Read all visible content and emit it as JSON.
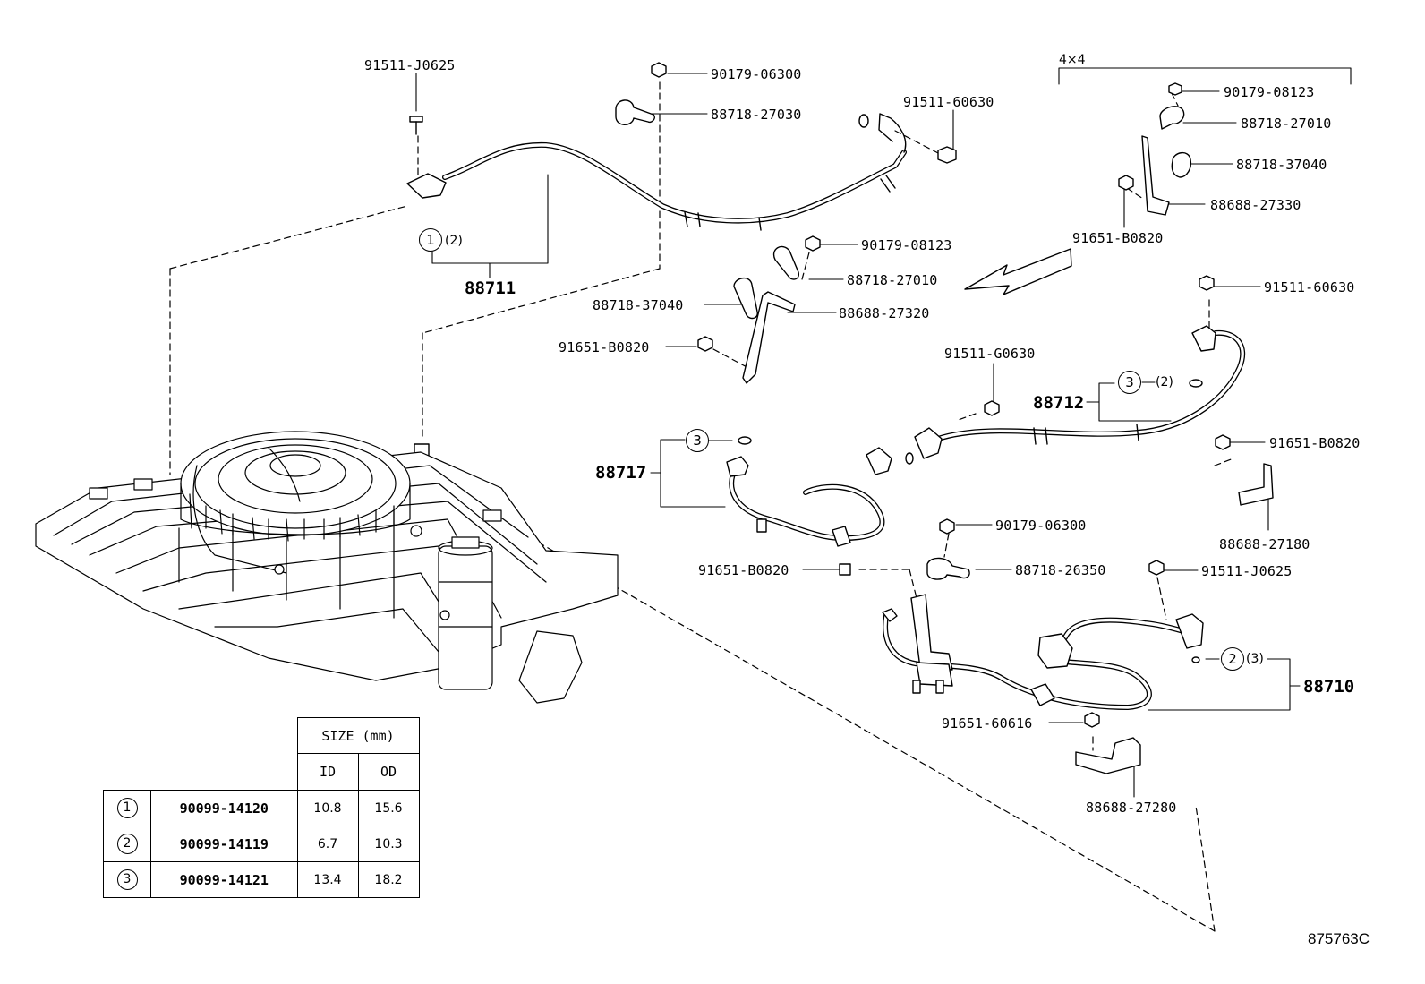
{
  "group_labels": {
    "g88711": "88711",
    "g88712": "88712",
    "g88717": "88717",
    "g88710": "88710"
  },
  "part_labels": {
    "p_91511_J0625_a": "91511-J0625",
    "p_90179_06300_a": "90179-06300",
    "p_88718_27030": "88718-27030",
    "p_91511_60630_a": "91511-60630",
    "p_90179_08123_a": "90179-08123",
    "p_88718_27010_a": "88718-27010",
    "p_88718_37040_a": "88718-37040",
    "p_88688_27330": "88688-27330",
    "p_91651_B0820_a": "91651-B0820",
    "p_90179_08123_b": "90179-08123",
    "p_88718_27010_b": "88718-27010",
    "p_88718_37040_b": "88718-37040",
    "p_88688_27320": "88688-27320",
    "p_91651_B0820_b": "91651-B0820",
    "p_91511_60630_b": "91511-60630",
    "p_91511_G0630": "91511-G0630",
    "p_91651_B0820_c": "91651-B0820",
    "p_88688_27180": "88688-27180",
    "p_90179_06300_b": "90179-06300",
    "p_88718_26350": "88718-26350",
    "p_91651_B0820_d": "91651-B0820",
    "p_91511_J0625_b": "91511-J0625",
    "p_91651_60616": "91651-60616",
    "p_88688_27280": "88688-27280"
  },
  "callouts": {
    "c1": "1",
    "c1_qty": "(2)",
    "c3a": "3",
    "c3a_qty": "(2)",
    "c3b": "3",
    "c2": "2",
    "c2_qty": "(3)"
  },
  "header_4x4": "4×4",
  "drawing_number": "875763C",
  "size_table": {
    "title": "SIZE (mm)",
    "col_id": "ID",
    "col_od": "OD",
    "rows": [
      {
        "num": "1",
        "part": "90099-14120",
        "id": "10.8",
        "od": "15.6"
      },
      {
        "num": "2",
        "part": "90099-14119",
        "id": "6.7",
        "od": "10.3"
      },
      {
        "num": "3",
        "part": "90099-14121",
        "id": "13.4",
        "od": "18.2"
      }
    ]
  }
}
